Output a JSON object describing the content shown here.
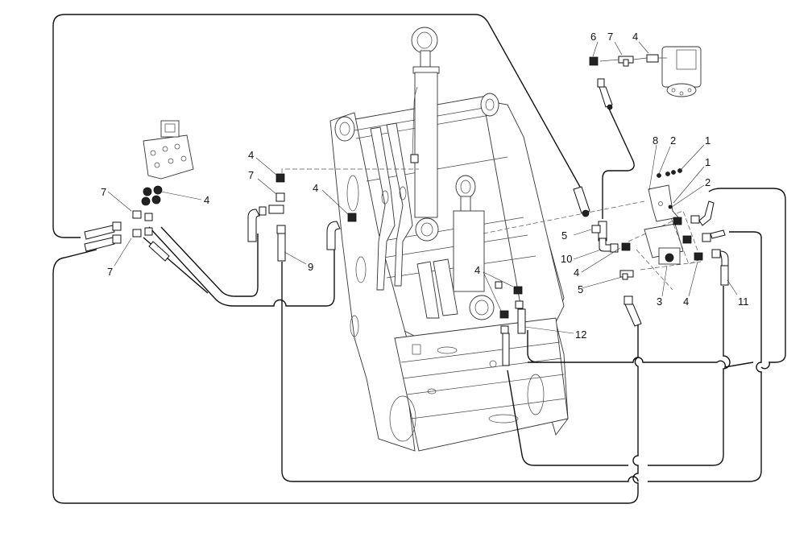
{
  "drawing": {
    "type": "exploded hydraulic hose assembly",
    "background": "#ffffff",
    "line_color": "#111111"
  },
  "callouts": [
    {
      "id": "c-6-top",
      "label": "6",
      "part": "elbow fitting at top hose"
    },
    {
      "id": "c-7-top",
      "label": "7",
      "part": "tee fitting at top"
    },
    {
      "id": "c-4-top",
      "label": "4",
      "part": "adapter at motor"
    },
    {
      "id": "c-8",
      "label": "8",
      "part": "mounting bracket"
    },
    {
      "id": "c-2a",
      "label": "2",
      "part": "washer upper"
    },
    {
      "id": "c-1a",
      "label": "1",
      "part": "bolt upper"
    },
    {
      "id": "c-1b",
      "label": "1",
      "part": "bolt lower"
    },
    {
      "id": "c-2b",
      "label": "2",
      "part": "washer lower"
    },
    {
      "id": "c-5a",
      "label": "5",
      "part": "tee upper right"
    },
    {
      "id": "c-10",
      "label": "10",
      "part": "elbow 90"
    },
    {
      "id": "c-4-right",
      "label": "4",
      "part": "adapter at block"
    },
    {
      "id": "c-5b",
      "label": "5",
      "part": "tee lower right"
    },
    {
      "id": "c-3",
      "label": "3",
      "part": "valve block"
    },
    {
      "id": "c-4-block",
      "label": "4",
      "part": "adapter at manifold"
    },
    {
      "id": "c-11",
      "label": "11",
      "part": "hose right"
    },
    {
      "id": "c-7-left-a",
      "label": "7",
      "part": "tee at control valve upper"
    },
    {
      "id": "c-4-valve",
      "label": "4",
      "part": "adapters at control valve"
    },
    {
      "id": "c-7-left-b",
      "label": "7",
      "part": "tee at control valve lower"
    },
    {
      "id": "c-4-mid",
      "label": "4",
      "part": "adapter mid"
    },
    {
      "id": "c-7-mid",
      "label": "7",
      "part": "tee mid"
    },
    {
      "id": "c-9",
      "label": "9",
      "part": "hose mid"
    },
    {
      "id": "c-4-frame",
      "label": "4",
      "part": "adapter at frame"
    },
    {
      "id": "c-4-center",
      "label": "4",
      "part": "adapters at cylinder"
    },
    {
      "id": "c-12",
      "label": "12",
      "part": "hose center"
    }
  ]
}
